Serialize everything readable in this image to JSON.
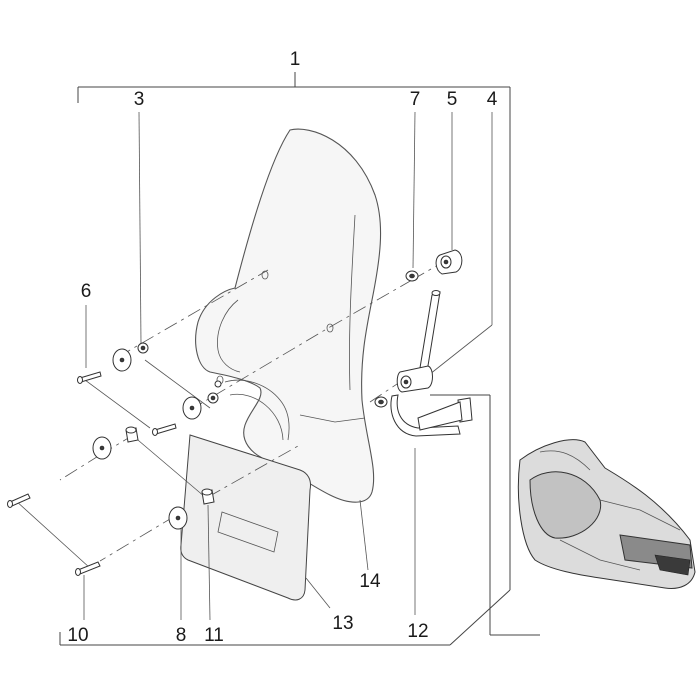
{
  "callouts": [
    {
      "id": "callout-1",
      "text": "1"
    },
    {
      "id": "callout-3",
      "text": "3"
    },
    {
      "id": "callout-7",
      "text": "7"
    },
    {
      "id": "callout-5",
      "text": "5"
    },
    {
      "id": "callout-4",
      "text": "4"
    },
    {
      "id": "callout-6",
      "text": "6"
    },
    {
      "id": "callout-14",
      "text": "14"
    },
    {
      "id": "callout-12",
      "text": "12"
    },
    {
      "id": "callout-13",
      "text": "13"
    },
    {
      "id": "callout-10",
      "text": "10"
    },
    {
      "id": "callout-8",
      "text": "8"
    },
    {
      "id": "callout-11",
      "text": "11"
    }
  ],
  "colors": {
    "line": "#444444",
    "background": "#ffffff",
    "label": "#1a1a1a"
  }
}
